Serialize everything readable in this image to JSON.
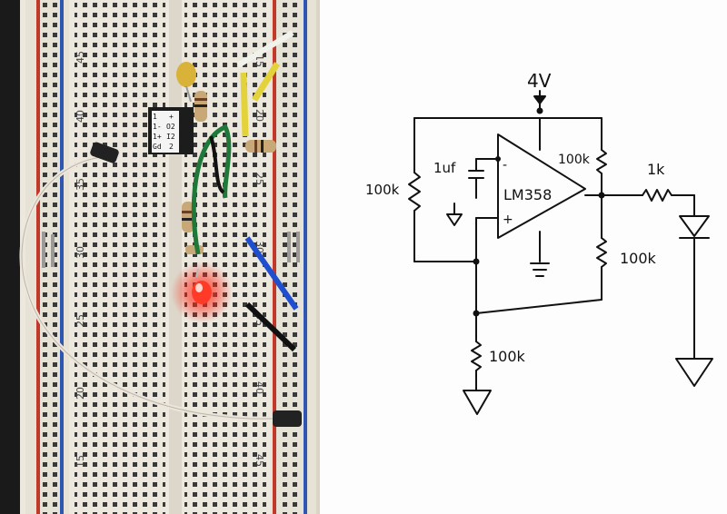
{
  "breadboard": {
    "row_numbers": [
      "15",
      "20",
      "25",
      "30",
      "35",
      "40",
      "45"
    ],
    "row_numbers_right": [
      "15",
      "20",
      "25",
      "30",
      "35",
      "40",
      "45"
    ],
    "ic_pin_labels": [
      "1",
      "+",
      "1-",
      "O2",
      "1+",
      "I2",
      "Gd",
      "2"
    ],
    "led_state": "on",
    "colors": {
      "board": "#ece8de",
      "red_rail": "#c0392b",
      "blue_rail": "#2f56b0",
      "led": "#ff2a1a"
    }
  },
  "schematic": {
    "supply": "4V",
    "opamp": "LM358",
    "capacitor": "1uf",
    "resistors": {
      "left": "100k",
      "feedback": "100k",
      "output_series": "1k",
      "output_divider": "100k",
      "bottom": "100k"
    },
    "opamp_inputs": [
      "-",
      "+"
    ]
  }
}
